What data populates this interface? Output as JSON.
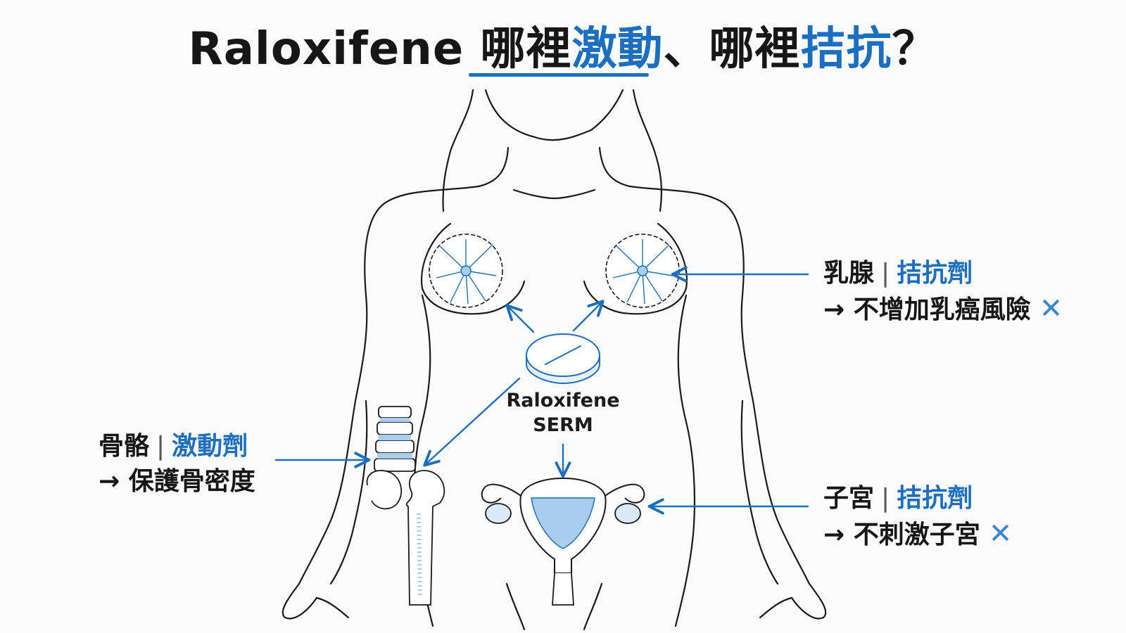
{
  "title": {
    "prefix": "Raloxifene 哪裡",
    "agonist_word": "激動",
    "middle": "、哪裡",
    "antagonist_word": "拮抗",
    "suffix": "？"
  },
  "pill": {
    "name": "Raloxifene",
    "class": "SERM"
  },
  "callouts": {
    "breast": {
      "organ": "乳腺",
      "separator": "|",
      "role": "拮抗劑",
      "effect": "→ 不增加乳癌風險",
      "mark": "✕"
    },
    "bone": {
      "organ": "骨骼",
      "separator": "|",
      "role": "激動劑",
      "effect": "→ 保護骨密度"
    },
    "uterus": {
      "organ": "子宮",
      "separator": "|",
      "role": "拮抗劑",
      "effect": "→ 不刺激子宮",
      "mark": "✕"
    }
  },
  "colors": {
    "accent": "#1c6fc0",
    "tissue_fill": "#a9cdec",
    "outline": "#1a1a1a"
  }
}
